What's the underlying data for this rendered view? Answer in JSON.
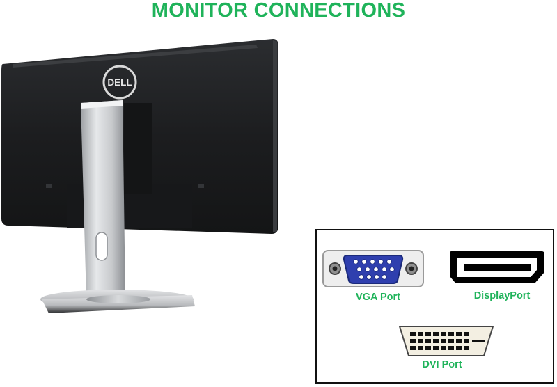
{
  "page": {
    "title": "MONITOR CONNECTIONS",
    "accent_color": "#1fb35a"
  },
  "monitor": {
    "image": "dell-monitor-rear-view",
    "logo_text": "DELL"
  },
  "ports": [
    {
      "id": "vga",
      "label": "VGA Port",
      "icon": "vga-port-icon"
    },
    {
      "id": "displayport",
      "label": "DisplayPort",
      "icon": "displayport-icon"
    },
    {
      "id": "dvi",
      "label": "DVI Port",
      "icon": "dvi-port-icon"
    }
  ]
}
